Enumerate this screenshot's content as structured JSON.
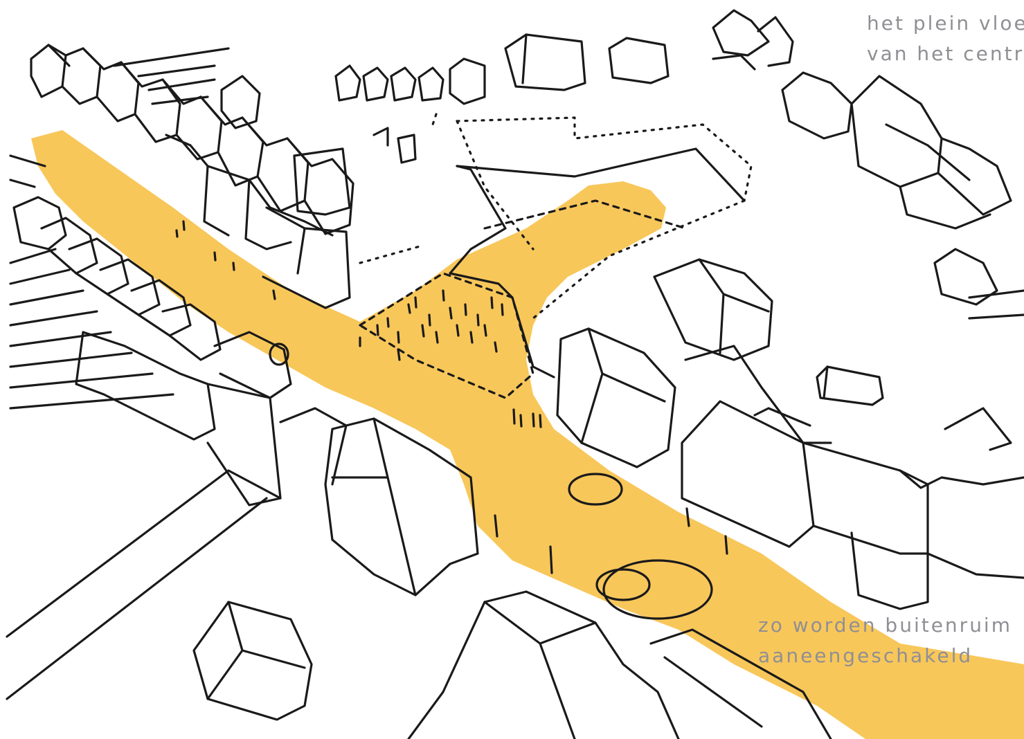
{
  "captions": {
    "top": {
      "line1": "het plein vloe",
      "line2": "van het centr"
    },
    "bottom": {
      "line1": "zo worden buitenruim",
      "line2": "aaneengeschakeld"
    }
  },
  "colors": {
    "public_space_fill": "#f8c75a",
    "ink": "#1a1a1a",
    "caption_text": "#8f8f94",
    "paper": "#ffffff"
  }
}
